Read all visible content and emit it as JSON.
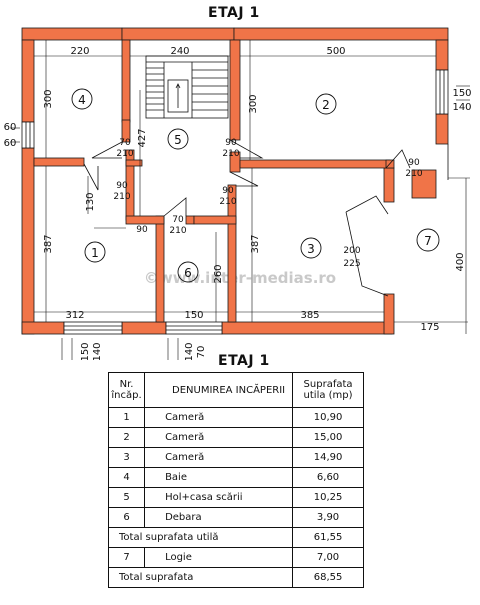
{
  "plan": {
    "title": "ETAJ 1",
    "watermark": "©www.inter-medias.ro",
    "rooms": [
      "1",
      "2",
      "3",
      "4",
      "5",
      "6",
      "7"
    ],
    "dims": {
      "top_220": "220",
      "top_240": "240",
      "top_500": "500",
      "d300a": "300",
      "d300b": "300",
      "d427": "427",
      "d387a": "387",
      "d387b": "387",
      "d130": "130",
      "d260": "260",
      "d400": "400",
      "b312": "312",
      "b150": "150",
      "b385": "385",
      "b175": "175",
      "l60a": "60",
      "l60b": "60",
      "r150": "150",
      "r140": "140",
      "bl150": "150",
      "bl140": "140",
      "bm140": "140",
      "bm70": "70"
    },
    "doors": {
      "d1a": "70",
      "d1b": "210",
      "d2a": "90",
      "d2b": "210",
      "d3a": "90",
      "d3b": "210",
      "d4a": "90",
      "d4b": "210",
      "d5a": "90",
      "d5b": "210",
      "d6a": "90",
      "d7a": "70",
      "d7b": "210",
      "d8a": "200",
      "d8b": "225"
    }
  },
  "table": {
    "title": "ETAJ 1",
    "headers": {
      "nr": "Nr. încăp.",
      "name": "DENUMIREA INCĂPERII",
      "area": "Suprafata utila (mp)"
    },
    "rows": [
      {
        "nr": "1",
        "name": "Cameră",
        "area": "10,90"
      },
      {
        "nr": "2",
        "name": "Cameră",
        "area": "15,00"
      },
      {
        "nr": "3",
        "name": "Cameră",
        "area": "14,90"
      },
      {
        "nr": "4",
        "name": "Baie",
        "area": "6,60"
      },
      {
        "nr": "5",
        "name": "Hol+casa scării",
        "area": "10,25"
      },
      {
        "nr": "6",
        "name": "Debara",
        "area": "3,90"
      }
    ],
    "total_useful": {
      "label": "Total suprafata utilă",
      "value": "61,55"
    },
    "logia": {
      "nr": "7",
      "name": "Logie",
      "area": "7,00"
    },
    "total": {
      "label": "Total suprafata",
      "value": "68,55"
    }
  }
}
